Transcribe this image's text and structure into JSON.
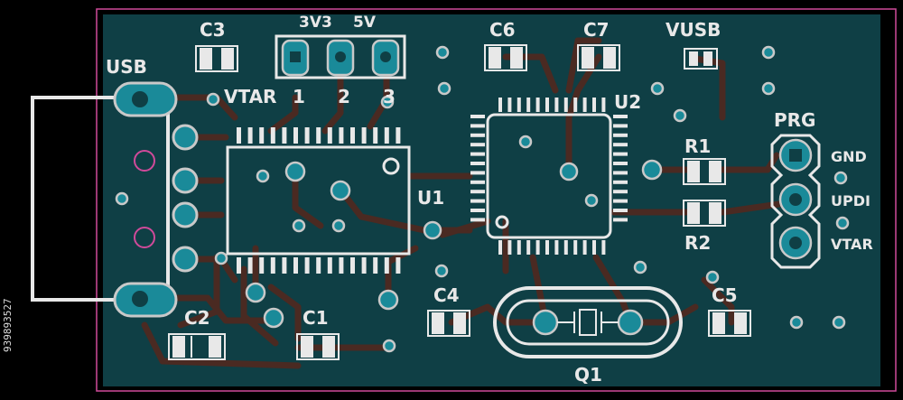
{
  "stock_id": "939893527",
  "colors": {
    "board": "#0f3f45",
    "edge": "#d04a9a",
    "trace": "#4a2a22",
    "silk": "#e8e8e8",
    "pad": "#1a8a99",
    "pad_ring": "#c9c9c9"
  },
  "labels": {
    "usb": "USB",
    "c3": "C3",
    "v3v3": "3V3",
    "v5v": "5V",
    "c6": "C6",
    "c7": "C7",
    "vusb": "VUSB",
    "vtar_jumper": "VTAR",
    "jumper_pin1": "1",
    "jumper_pin2": "2",
    "jumper_pin3": "3",
    "u2": "U2",
    "prg": "PRG",
    "gnd": "GND",
    "r1": "R1",
    "updi": "UPDI",
    "u1": "U1",
    "r2": "R2",
    "vtar_prg": "VTAR",
    "c2": "C2",
    "c1": "C1",
    "c4": "C4",
    "c5": "C5",
    "q1": "Q1"
  }
}
